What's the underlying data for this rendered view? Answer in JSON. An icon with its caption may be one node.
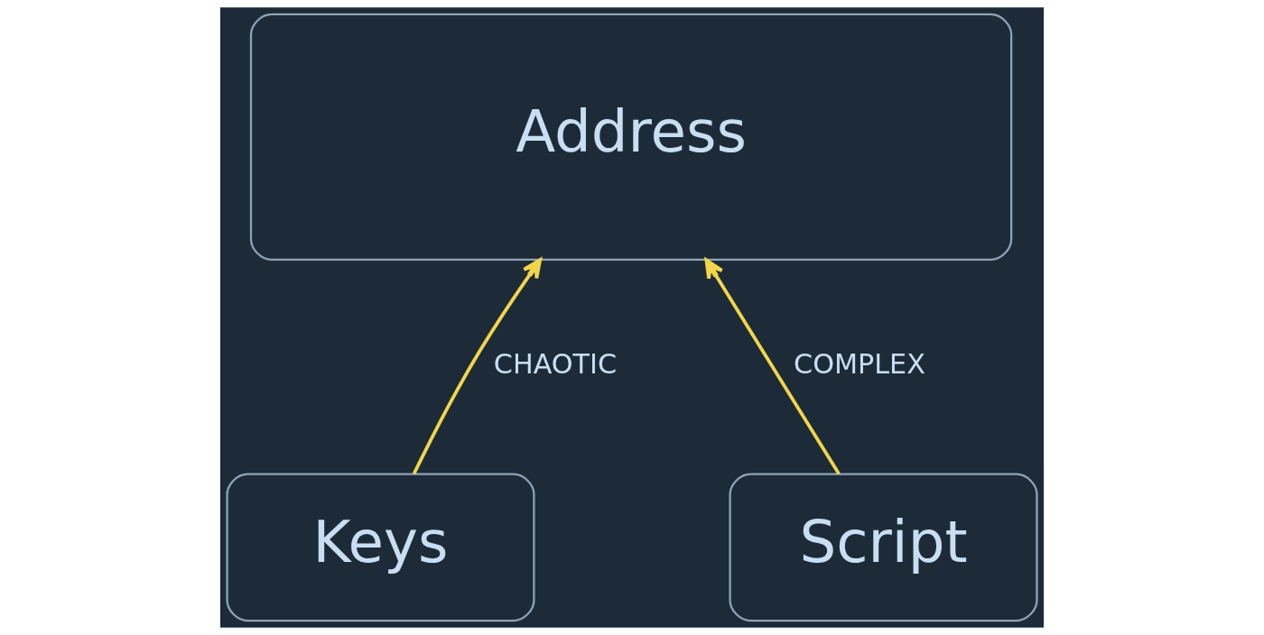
{
  "diagram": {
    "nodes": [
      {
        "text": [
          "Address"
        ]
      },
      {
        "text": [
          "Keys"
        ]
      },
      {
        "text": [
          "Script"
        ]
      }
    ],
    "edges": [
      {
        "from": 1,
        "to": 0,
        "arrow": "to",
        "label": "CHAOTIC"
      },
      {
        "from": 2,
        "to": 0,
        "arrow": "to",
        "label": "COMPLEX"
      }
    ]
  }
}
